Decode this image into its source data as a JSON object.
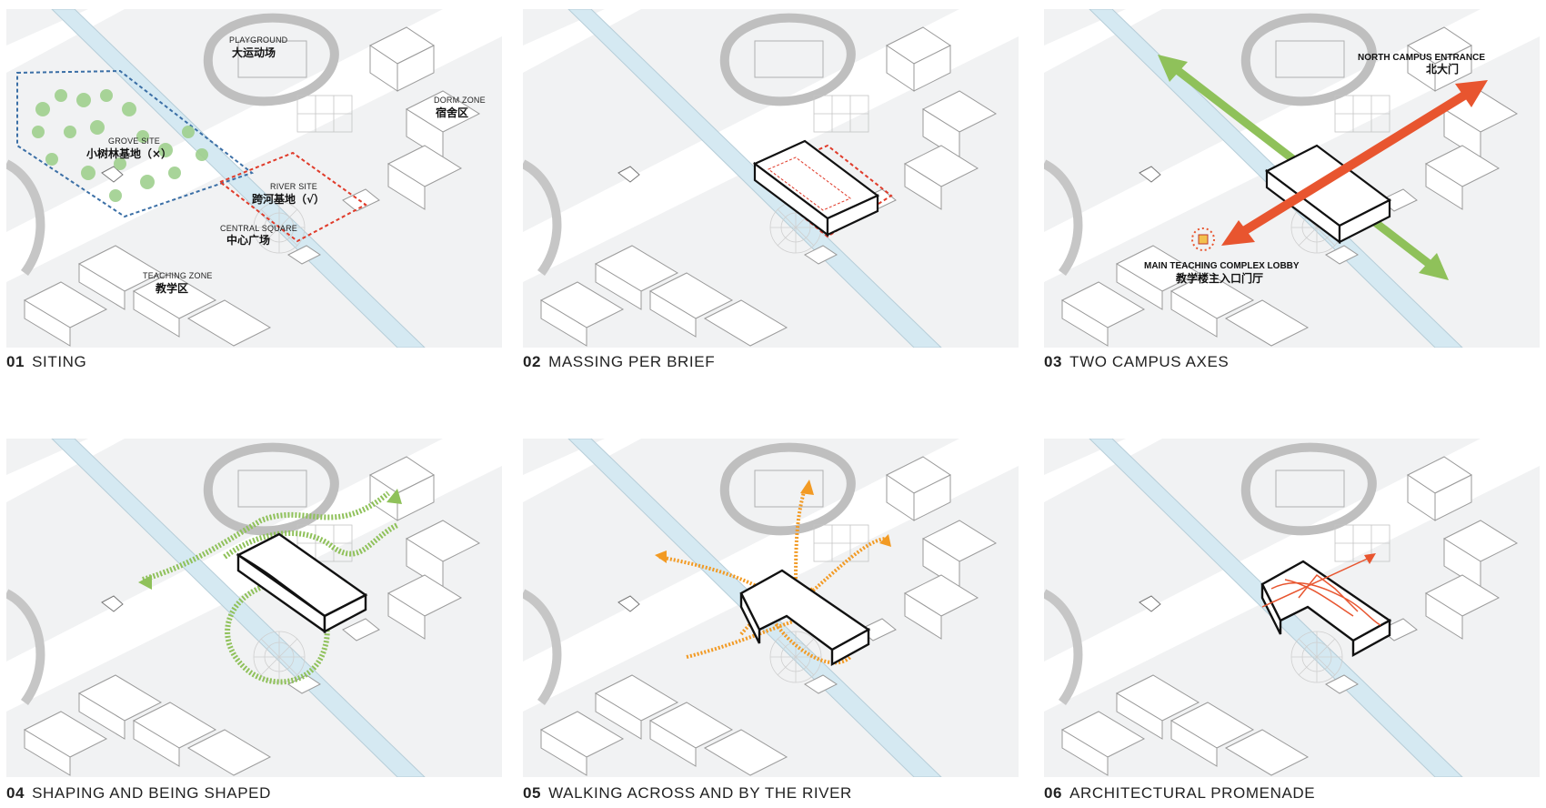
{
  "panels": [
    {
      "num": "01",
      "title": "SITING",
      "labels": {
        "playground_en": "PLAYGROUND",
        "playground_cn": "大运动场",
        "dorm_en": "DORM ZONE",
        "dorm_cn": "宿舍区",
        "grove_en": "GROVE SITE",
        "grove_cn": "小树林基地（×）",
        "river_en": "RIVER SITE",
        "river_cn": "跨河基地（√）",
        "square_en": "CENTRAL SQUARE",
        "square_cn": "中心广场",
        "teaching_en": "TEACHING ZONE",
        "teaching_cn": "教学区"
      }
    },
    {
      "num": "02",
      "title": "MASSING PER BRIEF"
    },
    {
      "num": "03",
      "title": "TWO CAMPUS AXES",
      "labels": {
        "north_en": "NORTH CAMPUS ENTRANCE",
        "north_cn": "北大门",
        "lobby_en": "MAIN TEACHING COMPLEX LOBBY",
        "lobby_cn": "教学楼主入口门厅"
      }
    },
    {
      "num": "04",
      "title": "SHAPING AND BEING SHAPED"
    },
    {
      "num": "05",
      "title": "WALKING ACROSS AND BY THE RIVER"
    },
    {
      "num": "06",
      "title": "ARCHITECTURAL PROMENADE"
    }
  ],
  "colors": {
    "panel_bg": "#f1f2f3",
    "river": "#d5e9f2",
    "building_stroke": "#9a9a9a",
    "grove_dash": "#3b6fa6",
    "site_red": "#e03b2a",
    "axis_green": "#8fc15a",
    "axis_orange": "#e8552f",
    "path_green": "#8fc15a",
    "path_orange": "#f29a23"
  }
}
